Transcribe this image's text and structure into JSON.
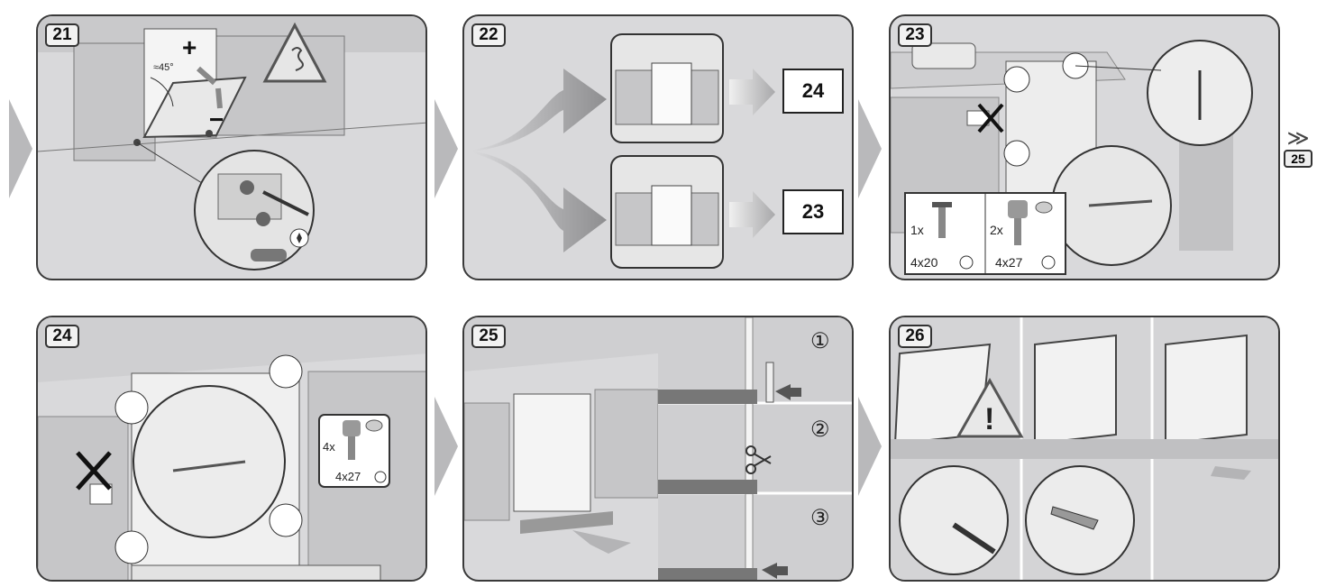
{
  "steps": {
    "s21": {
      "number": "21",
      "angle_label": "≈45°",
      "plus_sign": "+",
      "minus_sign": "−"
    },
    "s22": {
      "number": "22",
      "ref_top": "24",
      "ref_bottom": "23"
    },
    "s23": {
      "number": "23",
      "screw_qty": "1x",
      "screw_size": "4x20",
      "anchor_qty": "2x",
      "anchor_size": "4x27"
    },
    "s24": {
      "number": "24",
      "anchor_qty": "4x",
      "anchor_size": "4x27"
    },
    "s25": {
      "number": "25",
      "sub_steps": [
        "①",
        "②",
        "③"
      ]
    },
    "s26": {
      "number": "26",
      "warning_mark": "!"
    }
  },
  "next_ref": {
    "arrow": "≫",
    "label": "25"
  },
  "icons": [
    "chevron-right-icon",
    "warning-triangle-icon",
    "torx-icon",
    "drill-prohibited-icon",
    "scissors-icon",
    "saw-icon",
    "pencil-icon",
    "screw-icon",
    "anchor-icon"
  ],
  "colors": {
    "panel_bg": "#d9d9db",
    "border": "#3a3a3a",
    "cabinet": "#c6c6c8",
    "dark": "#555555",
    "light": "#f4f4f4"
  }
}
